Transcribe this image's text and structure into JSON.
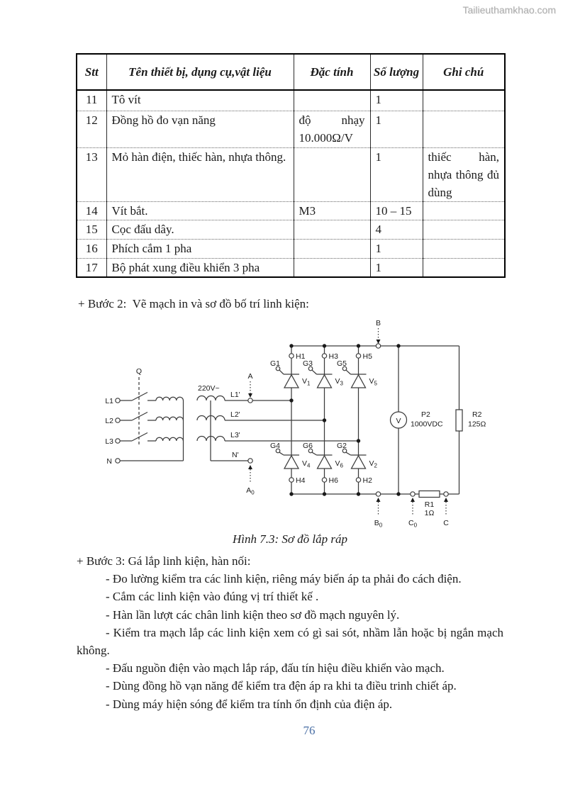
{
  "watermark": "Tailieuthamkhao.com",
  "page_number": "76",
  "intro": "+ Bước 2:  Vẽ mạch in và sơ đồ bố trí linh kiện:",
  "caption": "Hình 7.3: Sơ đồ lắp ráp",
  "table": {
    "headers": {
      "stt": "Stt",
      "name": "Tên thiết bị, dụng cụ,vật liệu",
      "spec": "Đặc tính",
      "qty": "Số lượng",
      "note": "Ghi chú"
    },
    "rows": [
      {
        "stt": "11",
        "name": "Tô vít",
        "spec": "",
        "qty": "1",
        "note": ""
      },
      {
        "stt": "12",
        "name": "Đồng hồ đo vạn năng",
        "spec_a": "độ",
        "spec_b": "nhạy",
        "spec_c": "10.000Ω/V",
        "qty": "1",
        "note": ""
      },
      {
        "stt": "13",
        "name": "Mỏ hàn điện, thiếc hàn, nhựa thông.",
        "spec": "",
        "qty": "1",
        "note": "thiếc hàn, nhựa thông đủ dùng"
      },
      {
        "stt": "14",
        "name": "Vít bắt.",
        "spec": "M3",
        "qty": "10 – 15",
        "note": ""
      },
      {
        "stt": "15",
        "name": "Cọc đấu dây.",
        "spec": "",
        "qty": "4",
        "note": ""
      },
      {
        "stt": "16",
        "name": "Phích cắm 1 pha",
        "spec": "",
        "qty": "1",
        "note": ""
      },
      {
        "stt": "17",
        "name": "Bộ phát xung điều khiển 3 pha",
        "spec": "",
        "qty": "1",
        "note": ""
      }
    ]
  },
  "steps": {
    "title": "+ Bước 3: Gá lắp linh kiện, hàn nối:",
    "items": [
      "- Đo lường kiểm tra các linh kiện, riêng máy biến áp ta phải đo cách điện.",
      "- Cắm các linh kiện vào đúng vị trí thiết kế .",
      "- Hàn lần lượt các chân linh kiện theo sơ đồ mạch nguyên lý.",
      "- Kiểm tra mạch lắp các linh kiện xem có gì sai sót, nhầm lẫn hoặc bị ngắn mạch không.",
      "- Đấu nguồn điện vào mạch lắp ráp, đấu tín hiệu điều khiển vào mạch.",
      "- Dùng đồng hồ vạn năng để kiểm tra đện áp ra khi ta điều trinh chiết áp.",
      "- Dùng máy hiện sóng để kiểm tra tính ổn định của điện áp."
    ]
  },
  "diagram": {
    "breaker_label": "Q",
    "input_labels": [
      "L1",
      "L2",
      "L3",
      "N"
    ],
    "secondary_voltage": "220V~",
    "secondary_labels": [
      "L1'",
      "L2'",
      "L3'",
      "N'"
    ],
    "test_point_a": "A",
    "test_point_a0": {
      "main": "A",
      "sub": "0"
    },
    "test_point_b": "B",
    "test_point_b0": {
      "main": "B",
      "sub": "0"
    },
    "test_point_c0": {
      "main": "C",
      "sub": "0"
    },
    "test_point_c": "C",
    "gates": [
      "G1",
      "G3",
      "G5",
      "G4",
      "G6",
      "G2"
    ],
    "cathodes": [
      "H1",
      "H3",
      "H5",
      "H4",
      "H6",
      "H2"
    ],
    "thyristors": [
      {
        "main": "V",
        "sub": "1"
      },
      {
        "main": "V",
        "sub": "3"
      },
      {
        "main": "V",
        "sub": "5"
      },
      {
        "main": "V",
        "sub": "4"
      },
      {
        "main": "V",
        "sub": "6"
      },
      {
        "main": "V",
        "sub": "2"
      }
    ],
    "meter": {
      "glyph": "V",
      "name": "P2",
      "range": "1000VDC"
    },
    "r2": {
      "name": "R2",
      "value": "125Ω"
    },
    "r1": {
      "name": "R1",
      "value": "1Ω"
    }
  }
}
